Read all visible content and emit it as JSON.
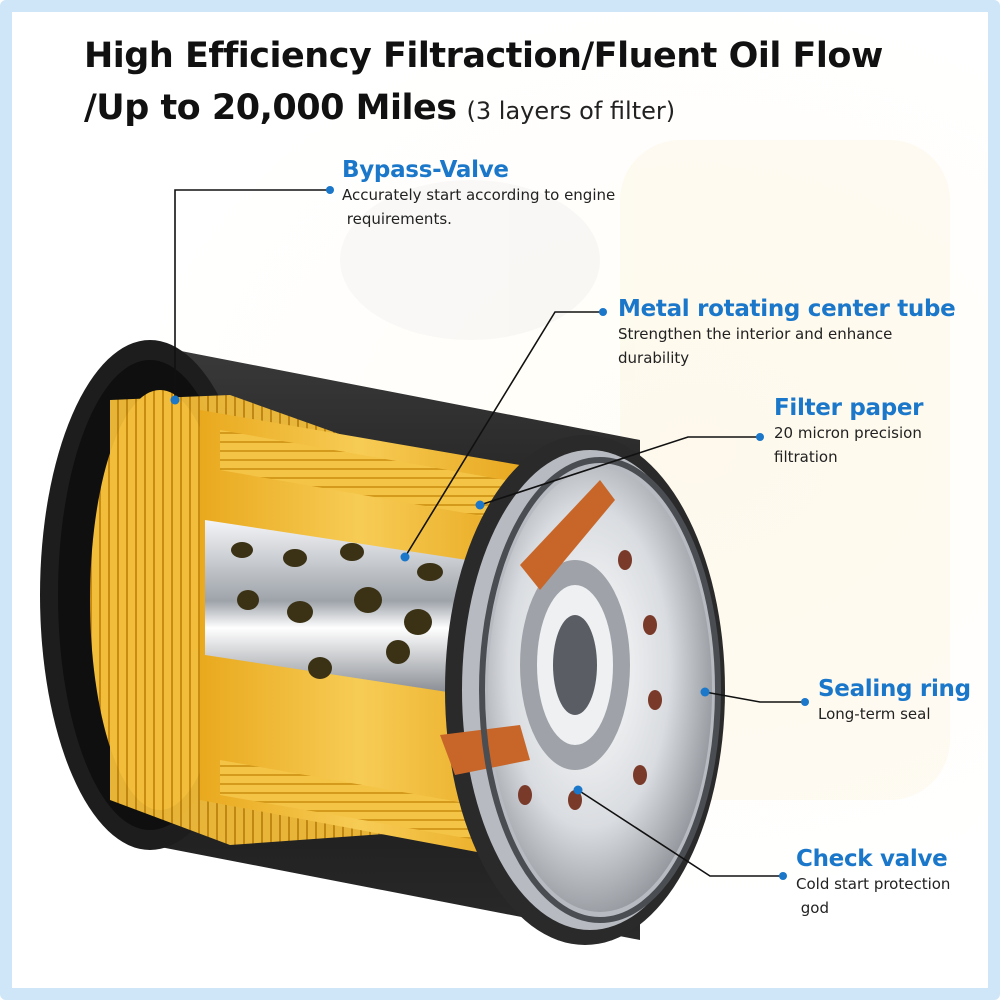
{
  "header": {
    "line1": "High Efficiency Filtraction/Fluent Oil Flow",
    "line2": "/Up  to 20,000 Miles",
    "line2_sub": "(3 layers of filter)"
  },
  "callouts": {
    "bypass": {
      "title": "Bypass-Valve",
      "desc1": "Accurately start according to engine",
      "desc2": " requirements."
    },
    "tube": {
      "title": "Metal rotating center tube",
      "desc1": "Strengthen the interior and enhance",
      "desc2": "durability"
    },
    "paper": {
      "title": "Filter paper",
      "desc1": "20 micron precision",
      "desc2": "filtration"
    },
    "seal": {
      "title": "Sealing ring",
      "desc1": "Long-term seal"
    },
    "check": {
      "title": "Check valve",
      "desc1": "Cold start protection",
      "desc2": " god"
    }
  },
  "colors": {
    "accent": "#1a77c9",
    "filter_yellow": "#f3bf3c",
    "casing": "#1b1b1b",
    "metal": "#c9ccd1",
    "gasket": "#c8662a"
  }
}
